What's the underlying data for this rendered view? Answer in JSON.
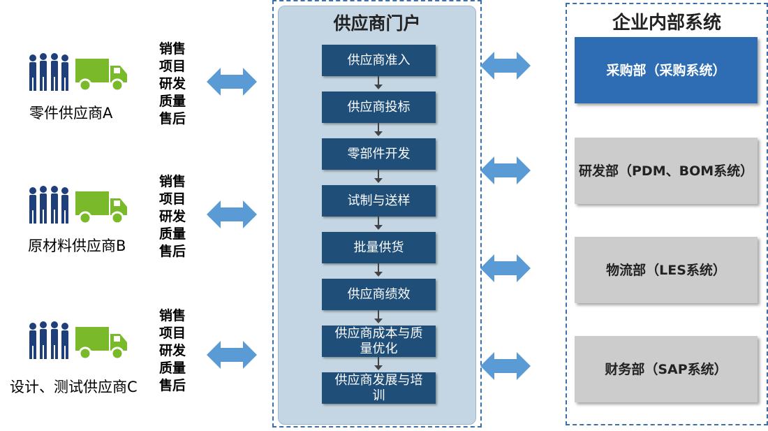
{
  "suppliers": [
    {
      "name": "零件供应商A"
    },
    {
      "name": "原材料供应商B"
    },
    {
      "name": "设计、测试供应商C"
    }
  ],
  "services": [
    "销售",
    "项目",
    "研发",
    "质量",
    "售后"
  ],
  "portal": {
    "title": "供应商门户",
    "steps": [
      "供应商准入",
      "供应商投标",
      "零部件开发",
      "试制与送样",
      "批量供货",
      "供应商绩效",
      "供应商成本与质量优化",
      "供应商发展与培训"
    ]
  },
  "enterprise": {
    "title": "企业内部系统",
    "departments": [
      {
        "label": "采购部（采购系统）"
      },
      {
        "label": "研发部（PDM、BOM系统）"
      },
      {
        "label": "物流部（LES系统）"
      },
      {
        "label": "财务部（SAP系统）"
      }
    ]
  },
  "colors": {
    "people": "#1f3f7a",
    "truck": "#7ab929",
    "arrow": "#5b9bd5",
    "step_bg": "#1f4e79",
    "portal_bg": "#c4d6e3",
    "dept_active": "#2e6db4",
    "dept_default": "#cccccc",
    "border_dashed": "#3a6fa8"
  }
}
